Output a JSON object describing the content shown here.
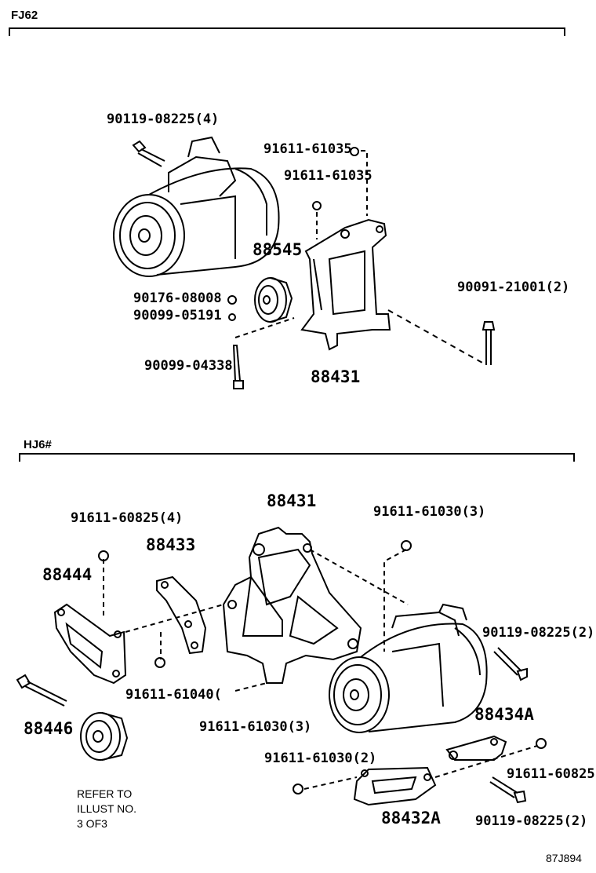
{
  "sections": {
    "top": "FJ62",
    "bottom": "HJ6#"
  },
  "top_labels": {
    "bolt_4": "90119-08225(4)",
    "nut_a": "91611-61035",
    "nut_b": "91611-61035",
    "idler": "88545",
    "nut_c": "90176-08008",
    "washer": "90099-05191",
    "stud": "90099-04338",
    "bracket": "88431",
    "bolt_2": "90091-21001(2)"
  },
  "bottom_labels": {
    "bracket_top": "88431",
    "nut_60825_4": "91611-60825(4)",
    "nut_61030_3a": "91611-61030(3)",
    "part_88433": "88433",
    "part_88444": "88444",
    "bolt_08225_2a": "90119-08225(2)",
    "nut_61040": "91611-61040(",
    "nut_61030_3b": "91611-61030(3)",
    "part_88446": "88446",
    "part_88434a": "88434A",
    "nut_61030_2": "91611-61030(2)",
    "nut_60825": "91611-60825",
    "part_88432a": "88432A",
    "bolt_08225_2b": "90119-08225(2)"
  },
  "note": {
    "line1": "REFER TO",
    "line2": "ILLUST NO.",
    "line3": "3 OF3"
  },
  "drawing_code": "87J894"
}
